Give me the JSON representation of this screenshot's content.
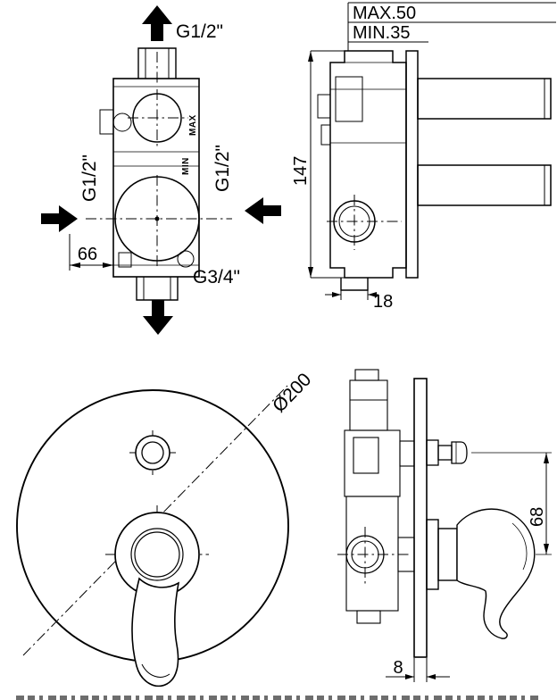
{
  "drawing": {
    "rough_in_front": {
      "top_connection": "G1/2\"",
      "left_connection": "G1/2\"",
      "right_connection": "G1/2\"",
      "bottom_connection": "G3/4\"",
      "offset_dimension": "66",
      "max_label": "MAX",
      "min_label": "MIN"
    },
    "rough_in_side": {
      "max_depth": "MAX.50",
      "min_depth": "MIN.35",
      "height_dimension": "147",
      "outlet_dimension": "18"
    },
    "trim_front": {
      "plate_diameter": "Ø200"
    },
    "trim_side": {
      "centers_dimension": "68",
      "plate_thickness_dimension": "8"
    }
  }
}
